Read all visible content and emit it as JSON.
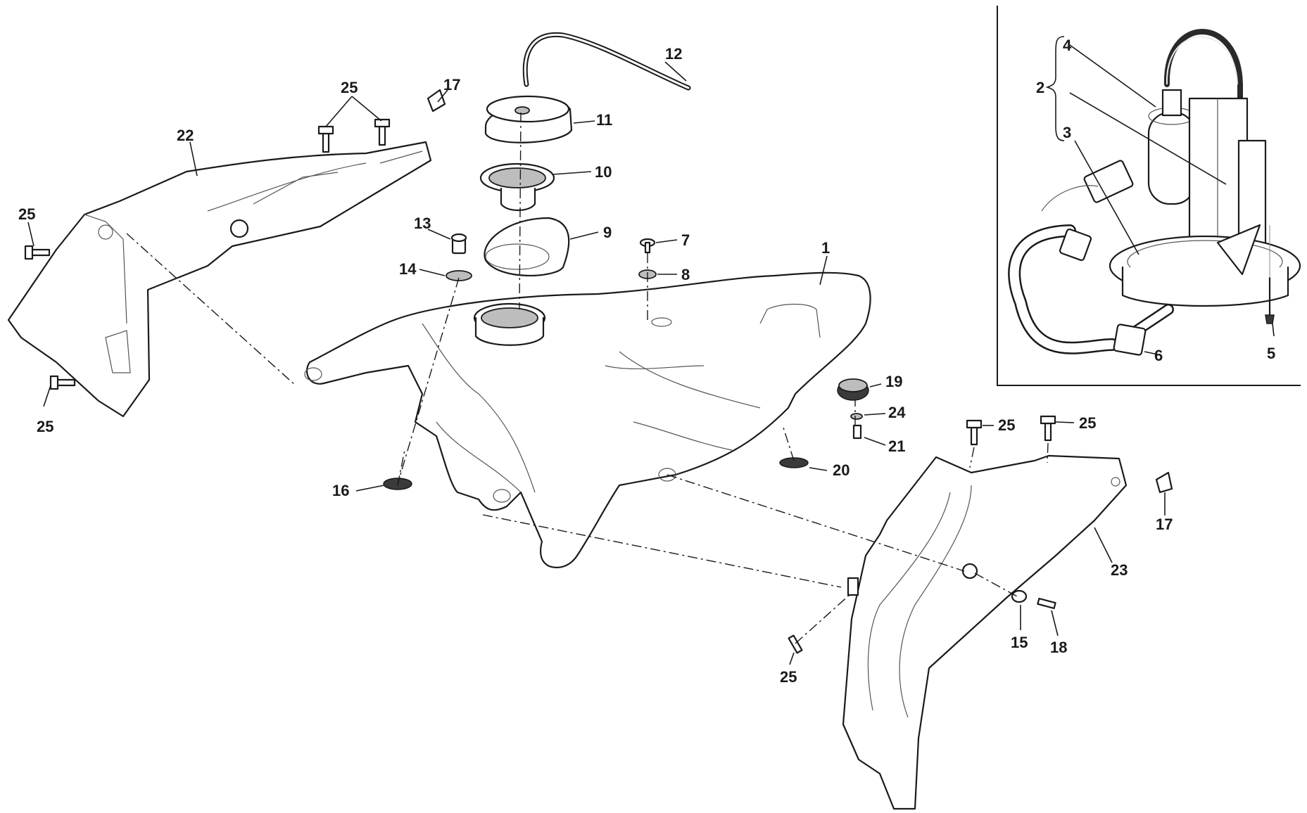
{
  "callouts": {
    "c1": "1",
    "c2": "2",
    "c3": "3",
    "c4": "4",
    "c5": "5",
    "c6": "6",
    "c7": "7",
    "c8": "8",
    "c9": "9",
    "c10": "10",
    "c11": "11",
    "c12": "12",
    "c13": "13",
    "c14": "14",
    "c15": "15",
    "c16": "16",
    "c17a": "17",
    "c17b": "17",
    "c18": "18",
    "c19": "19",
    "c20": "20",
    "c21": "21",
    "c22": "22",
    "c23": "23",
    "c24": "24",
    "c25a": "25",
    "c25b": "25",
    "c25c": "25",
    "c25d": "25",
    "c25e": "25",
    "c25f": "25"
  },
  "colors": {
    "line": "#1a1a1a",
    "background": "#ffffff"
  }
}
